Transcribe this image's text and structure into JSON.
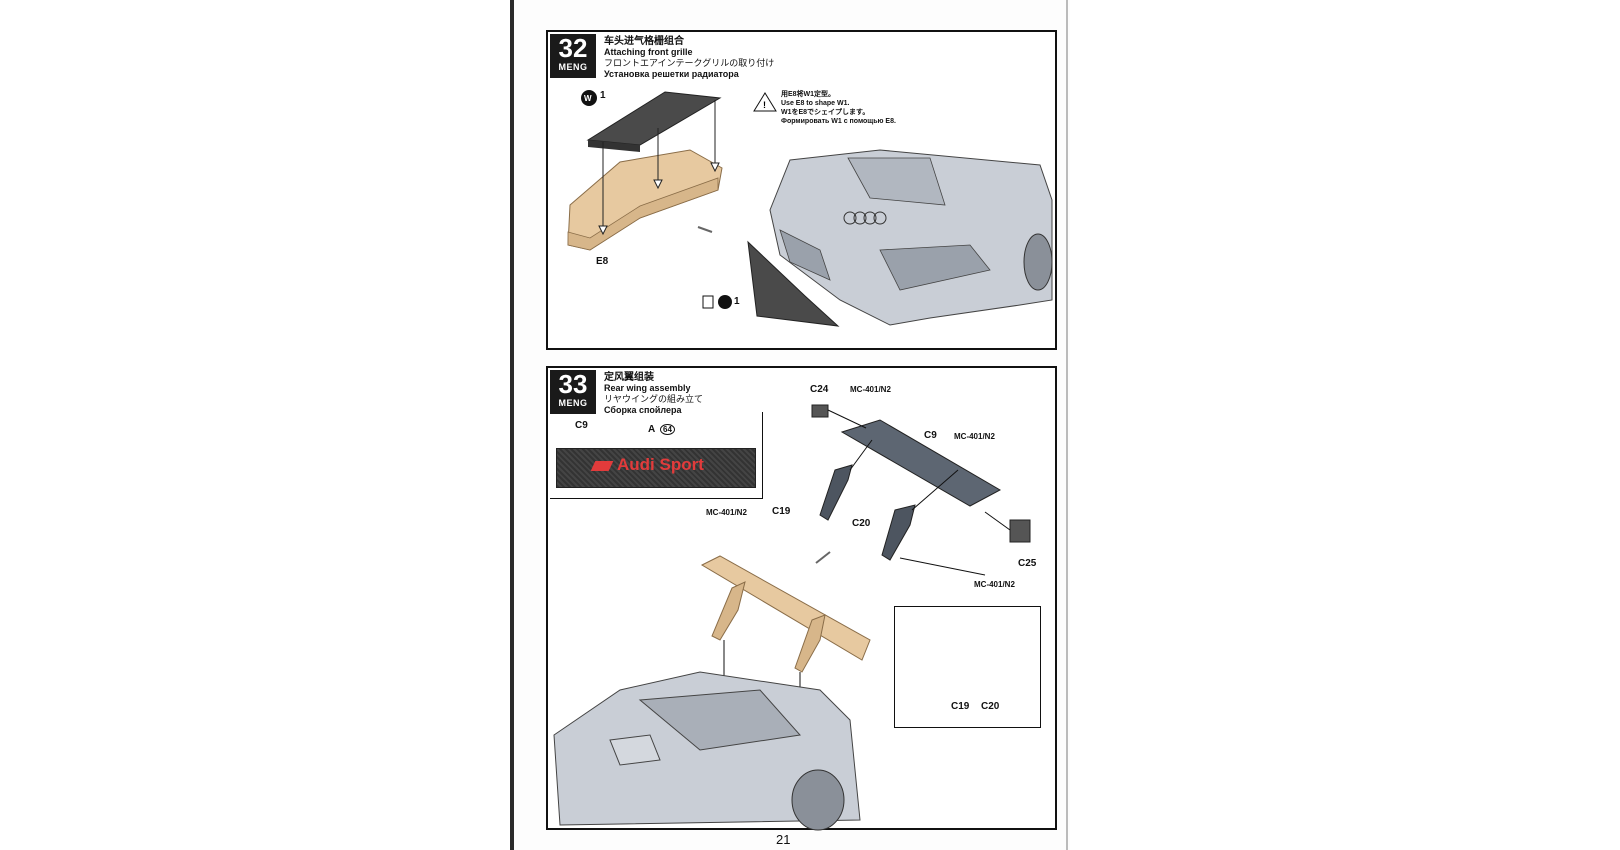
{
  "page": {
    "number": "21"
  },
  "brand": "MENG",
  "step32": {
    "number": "32",
    "title_zh": "车头进气格栅组合",
    "title_en": "Attaching front grille",
    "title_ja": "フロントエアインテークグリルの取り付け",
    "title_ru": "Установка решетки радиатора",
    "part_w1": "1",
    "part_e8": "E8",
    "note_zh": "用E8将W1定型。",
    "note_en": "Use E8 to shape W1.",
    "note_ja": "W1をE8でシェイプします。",
    "note_ru": "Формировать W1 с помощью E8."
  },
  "step33": {
    "number": "33",
    "title_zh": "定风翼组装",
    "title_en": "Rear wing assembly",
    "title_ja": "リヤウイングの組み立て",
    "title_ru": "Сборка спойлера",
    "decal_c9": "C9",
    "decal_a": "A",
    "decal_a_num": "64",
    "sponsor_text": "Audi Sport",
    "parts": {
      "c24": "C24",
      "c24_paint": "MC-401/N2",
      "c9": "C9",
      "c9_paint": "MC-401/N2",
      "c19": "C19",
      "c19_paint": "MC-401/N2",
      "c20": "C20",
      "c25": "C25",
      "c25_paint": "MC-401/N2"
    },
    "inset": {
      "left": "C19",
      "right": "C20"
    }
  },
  "colors": {
    "sand": "#e7c9a0",
    "car": "#c9ced6",
    "mesh": "#4a4a4a",
    "accent_red": "#e23b3b"
  }
}
